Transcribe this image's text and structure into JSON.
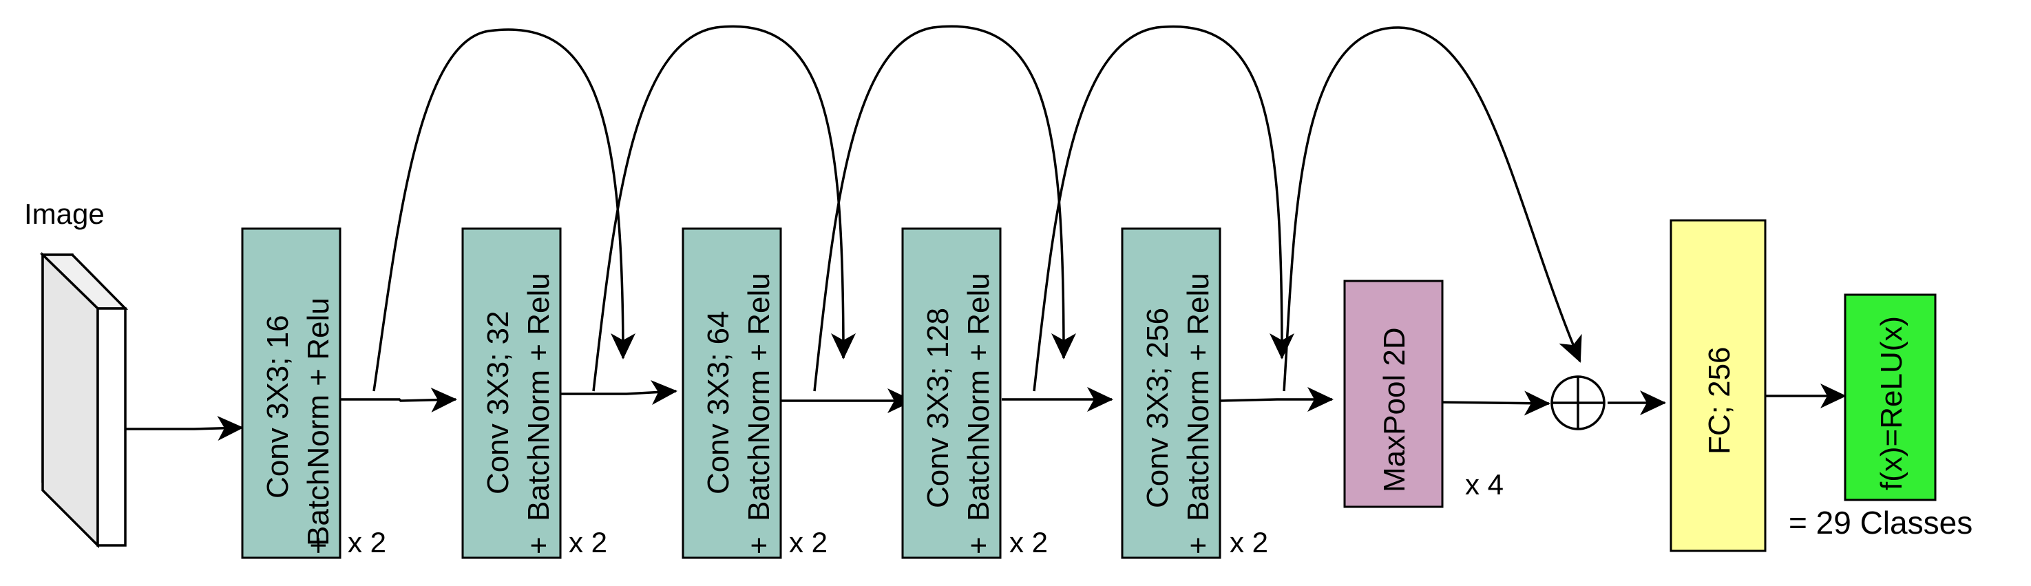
{
  "input": {
    "label": "Image"
  },
  "conv_blocks": [
    {
      "line1": "Conv 3X3; 16",
      "line2": "BatchNorm + Relu",
      "line3": "+",
      "repeat": "x 2",
      "fill": "#9ecbc2"
    },
    {
      "line1": "Conv 3X3; 32",
      "line2": "BatchNorm + Relu",
      "line3": "+",
      "repeat": "x 2",
      "fill": "#9ecbc2"
    },
    {
      "line1": "Conv 3X3; 64",
      "line2": "BatchNorm + Relu",
      "line3": "+",
      "repeat": "x 2",
      "fill": "#9ecbc2"
    },
    {
      "line1": "Conv 3X3; 128",
      "line2": "BatchNorm + Relu",
      "line3": "+",
      "repeat": "x 2",
      "fill": "#9ecbc2"
    },
    {
      "line1": "Conv 3X3; 256",
      "line2": "BatchNorm + Relu",
      "line3": "+",
      "repeat": "x 2",
      "fill": "#9ecbc2"
    }
  ],
  "maxpool": {
    "label": "MaxPool 2D",
    "repeat": "x 4",
    "fill": "#cda2c0"
  },
  "fc": {
    "label": "FC; 256",
    "fill": "#ffff99"
  },
  "output": {
    "label": "f(x)=ReLU(x)",
    "fill": "#33ee33",
    "caption": "= 29 Classes"
  }
}
